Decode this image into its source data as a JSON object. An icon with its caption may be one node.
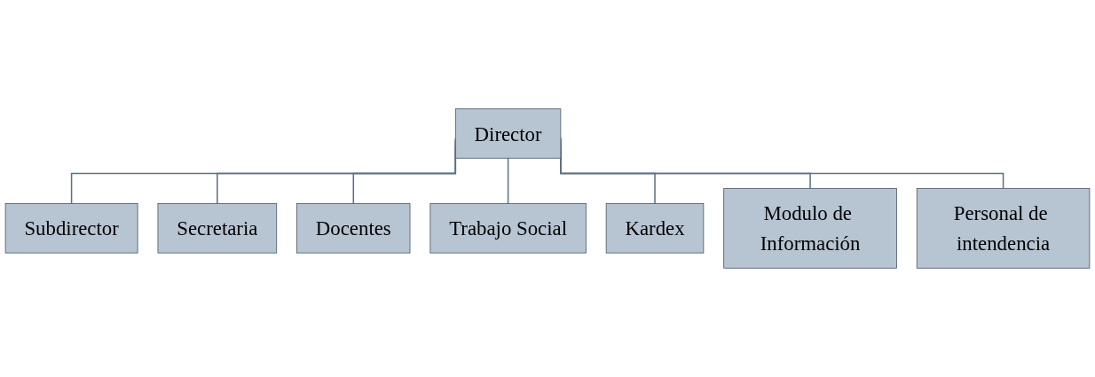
{
  "diagram": {
    "nodes": [
      {
        "text": [
          "Director"
        ]
      },
      {
        "text": [
          "Subdirector"
        ]
      },
      {
        "text": [
          "Secretaria"
        ]
      },
      {
        "text": [
          "Docentes"
        ]
      },
      {
        "text": [
          "Trabajo Social"
        ]
      },
      {
        "text": [
          "Kardex"
        ]
      },
      {
        "text": [
          "Modulo de Información"
        ]
      },
      {
        "text": [
          "Personal de intendencia"
        ]
      }
    ],
    "edges": [
      {
        "from": 0,
        "to": 1,
        "arrow": "none"
      },
      {
        "from": 0,
        "to": 2,
        "arrow": "none"
      },
      {
        "from": 0,
        "to": 3,
        "arrow": "none"
      },
      {
        "from": 0,
        "to": 4,
        "arrow": "none"
      },
      {
        "from": 0,
        "to": 5,
        "arrow": "none"
      },
      {
        "from": 0,
        "to": 6,
        "arrow": "none"
      },
      {
        "from": 0,
        "to": 7,
        "arrow": "none"
      }
    ]
  }
}
